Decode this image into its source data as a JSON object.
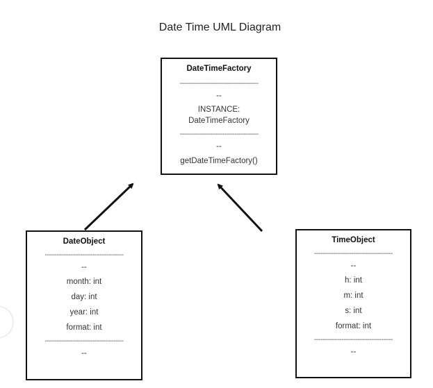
{
  "title": "Date Time UML Diagram",
  "separator": "----------------------------------------",
  "classes": {
    "factory": {
      "name": "DateTimeFactory",
      "attr_marker": "--",
      "attributes": [
        "INSTANCE:",
        "DateTimeFactory"
      ],
      "op_marker": "--",
      "operations": [
        "getDateTimeFactory()"
      ]
    },
    "date": {
      "name": "DateObject",
      "attr_marker": "--",
      "attributes": [
        "month: int",
        "day: int",
        "year: int",
        "format: int"
      ],
      "op_marker": "--"
    },
    "time": {
      "name": "TimeObject",
      "attr_marker": "--",
      "attributes": [
        "h: int",
        "m: int",
        "s: int",
        "format: int"
      ],
      "op_marker": "--"
    }
  }
}
